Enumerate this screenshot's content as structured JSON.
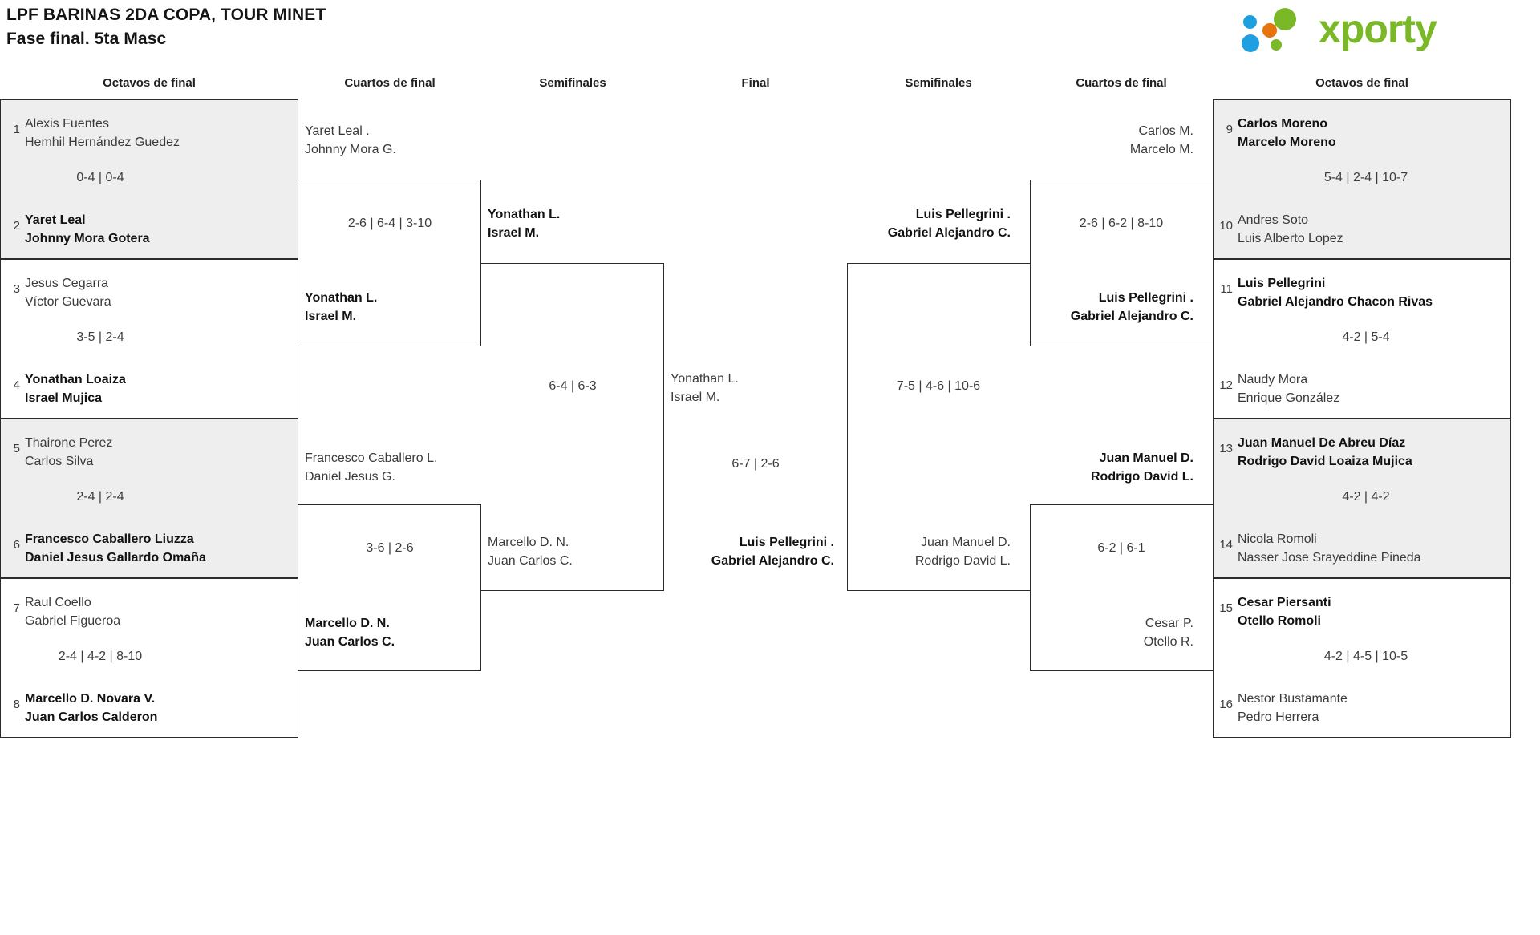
{
  "header": {
    "title_line1": "LPF BARINAS 2DA COPA, TOUR MINET",
    "title_line2": "Fase final. 5ta Masc",
    "logo_text": "xporty",
    "brand_colors": {
      "green": "#7ab828",
      "blue": "#1e9fe0",
      "orange": "#e8730c"
    }
  },
  "round_labels": {
    "left_r16": "Octavos de final",
    "left_qf": "Cuartos de final",
    "left_sf": "Semifinales",
    "final": "Final",
    "right_sf": "Semifinales",
    "right_qf": "Cuartos de final",
    "right_r16": "Octavos de final"
  },
  "left_r16": [
    {
      "shaded": true,
      "top": {
        "seed": "1",
        "l1": "Alexis Fuentes",
        "l2": "Hemhil Hernández Guedez",
        "winner": false
      },
      "bottom": {
        "seed": "2",
        "l1": "Yaret Leal",
        "l2": "Johnny Mora Gotera",
        "winner": true
      },
      "score": "0-4 | 0-4"
    },
    {
      "shaded": false,
      "top": {
        "seed": "3",
        "l1": "Jesus Cegarra",
        "l2": "Víctor Guevara",
        "winner": false
      },
      "bottom": {
        "seed": "4",
        "l1": "Yonathan Loaiza",
        "l2": "Israel Mujica",
        "winner": true
      },
      "score": "3-5 | 2-4"
    },
    {
      "shaded": true,
      "top": {
        "seed": "5",
        "l1": "Thairone Perez",
        "l2": "Carlos Silva",
        "winner": false
      },
      "bottom": {
        "seed": "6",
        "l1": "Francesco Caballero Liuzza",
        "l2": "Daniel Jesus Gallardo Omaña",
        "winner": true
      },
      "score": "2-4 | 2-4"
    },
    {
      "shaded": false,
      "top": {
        "seed": "7",
        "l1": "Raul Coello",
        "l2": "Gabriel Figueroa",
        "winner": false
      },
      "bottom": {
        "seed": "8",
        "l1": "Marcello D. Novara V.",
        "l2": "Juan Carlos Calderon",
        "winner": true
      },
      "score": "2-4 | 4-2 | 8-10"
    }
  ],
  "left_qf": [
    {
      "top": {
        "l1": "Yaret Leal .",
        "l2": "Johnny Mora G.",
        "winner": false
      },
      "bottom": {
        "l1": "Yonathan L.",
        "l2": "Israel M.",
        "winner": true
      },
      "score": "2-6 | 6-4 | 3-10"
    },
    {
      "top": {
        "l1": "Francesco Caballero L.",
        "l2": "Daniel Jesus G.",
        "winner": false
      },
      "bottom": {
        "l1": "Marcello D. N.",
        "l2": "Juan Carlos C.",
        "winner": true
      },
      "score": "3-6 | 2-6"
    }
  ],
  "left_sf": {
    "top": {
      "l1": "Yonathan L.",
      "l2": "Israel M.",
      "winner": true
    },
    "bottom": {
      "l1": "Marcello D. N.",
      "l2": "Juan Carlos C.",
      "winner": false
    },
    "score": "6-4 | 6-3"
  },
  "final": {
    "top": {
      "l1": "Yonathan L.",
      "l2": "Israel M.",
      "winner": false
    },
    "bottom": {
      "l1": "Luis Pellegrini .",
      "l2": "Gabriel Alejandro C.",
      "winner": true
    },
    "score": "6-7 | 2-6"
  },
  "right_sf": {
    "top": {
      "l1": "Luis Pellegrini .",
      "l2": "Gabriel Alejandro C.",
      "winner": true
    },
    "bottom": {
      "l1": "Juan Manuel D.",
      "l2": "Rodrigo David L.",
      "winner": false
    },
    "score": "7-5 | 4-6 | 10-6"
  },
  "right_qf": [
    {
      "top": {
        "l1": "Carlos M.",
        "l2": "Marcelo M.",
        "winner": false
      },
      "bottom": {
        "l1": "Luis Pellegrini .",
        "l2": "Gabriel Alejandro C.",
        "winner": true
      },
      "score": "2-6 | 6-2 | 8-10"
    },
    {
      "top": {
        "l1": "Juan Manuel D.",
        "l2": "Rodrigo David L.",
        "winner": true
      },
      "bottom": {
        "l1": "Cesar P.",
        "l2": "Otello R.",
        "winner": false
      },
      "score": "6-2 | 6-1"
    }
  ],
  "right_r16": [
    {
      "shaded": true,
      "top": {
        "seed": "9",
        "l1": "Carlos Moreno",
        "l2": "Marcelo Moreno",
        "winner": true
      },
      "bottom": {
        "seed": "10",
        "l1": "Andres Soto",
        "l2": "Luis Alberto Lopez",
        "winner": false
      },
      "score": "5-4 | 2-4 | 10-7"
    },
    {
      "shaded": false,
      "top": {
        "seed": "11",
        "l1": "Luis Pellegrini",
        "l2": "Gabriel Alejandro Chacon Rivas",
        "winner": true
      },
      "bottom": {
        "seed": "12",
        "l1": "Naudy Mora",
        "l2": "Enrique González",
        "winner": false
      },
      "score": "4-2 | 5-4"
    },
    {
      "shaded": true,
      "top": {
        "seed": "13",
        "l1": "Juan Manuel De Abreu Díaz",
        "l2": "Rodrigo David Loaiza Mujica",
        "winner": true
      },
      "bottom": {
        "seed": "14",
        "l1": "Nicola Romoli",
        "l2": "Nasser Jose Srayeddine Pineda",
        "winner": false
      },
      "score": "4-2 | 4-2"
    },
    {
      "shaded": false,
      "top": {
        "seed": "15",
        "l1": "Cesar Piersanti",
        "l2": "Otello Romoli",
        "winner": true
      },
      "bottom": {
        "seed": "16",
        "l1": "Nestor Bustamante",
        "l2": "Pedro Herrera",
        "winner": false
      },
      "score": "4-2 | 4-5 | 10-5"
    }
  ]
}
